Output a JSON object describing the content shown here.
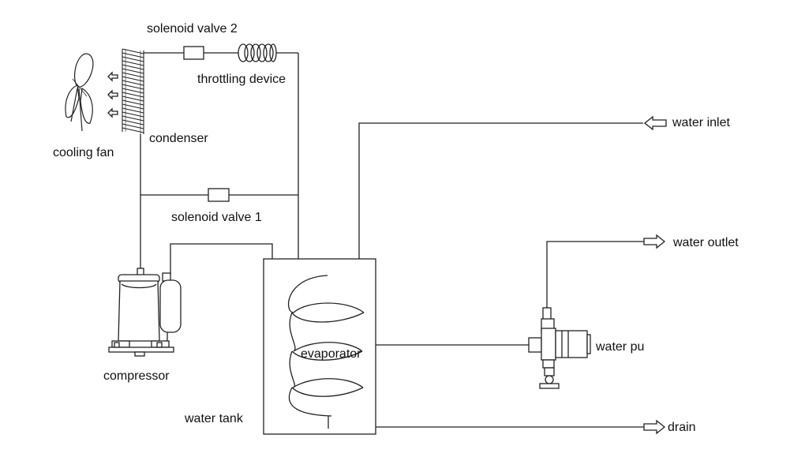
{
  "labels": {
    "solenoid_valve_2": "solenoid valve 2",
    "throttling_device": "throttling device",
    "condenser": "condenser",
    "cooling_fan": "cooling fan",
    "solenoid_valve_1": "solenoid valve 1",
    "compressor": "compressor",
    "evaporator": "evaporator",
    "water_tank": "water tank",
    "water_inlet": "water inlet",
    "water_outlet": "water outlet",
    "water_pump": "water pu",
    "drain": "drain"
  },
  "colors": {
    "line": "#222222",
    "background": "#ffffff"
  },
  "icons": [
    "fan-icon",
    "condenser-coil-icon",
    "solenoid-valve-icon",
    "throttling-coil-icon",
    "compressor-icon",
    "evaporator-coil-icon",
    "water-pump-icon",
    "arrow-icon"
  ]
}
